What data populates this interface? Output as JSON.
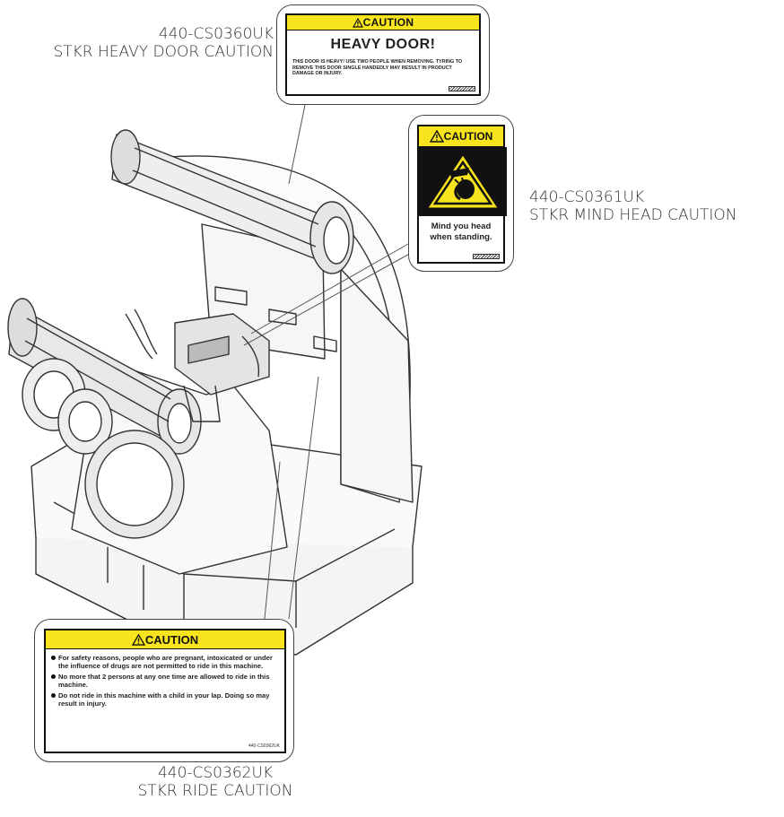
{
  "callouts": {
    "heavy_door": {
      "code": "440-CS0360UK",
      "name": "STKR HEAVY DOOR CAUTION"
    },
    "mind_head": {
      "code": "440-CS0361UK",
      "name": "STKR MIND HEAD CAUTION"
    },
    "ride": {
      "code": "440-CS0362UK",
      "name": "STKR RIDE CAUTION"
    }
  },
  "labels": {
    "heavy_door": {
      "header": "CAUTION",
      "title": "HEAVY DOOR!",
      "body": "THIS DOOR IS HEAVY! USE TWO PEOPLE WHEN REMOVING. TYRING TO REMOVE THIS DOOR SINGLE HANDEDLY MAY RESULT IN PRODUCT DAMAGE OR INJURY."
    },
    "mind_head": {
      "header": "CAUTION",
      "line1": "Mind you head",
      "line2": "when standing.",
      "icon": "head-bump-warning-icon"
    },
    "ride": {
      "header": "CAUTION",
      "items": [
        "For safety reasons, people who are pregnant, intoxicated or under the influence of drugs are not permitted to ride in this machine.",
        "No more that 2 persons at any one time are allowed to ride in this machine.",
        "Do not ride in this machine with a child in your lap. Doing so may result in injury."
      ],
      "code": "440-CS0362UK"
    }
  },
  "colors": {
    "caution_yellow": "#f7e41c",
    "outline": "#111111",
    "text": "#333333"
  }
}
